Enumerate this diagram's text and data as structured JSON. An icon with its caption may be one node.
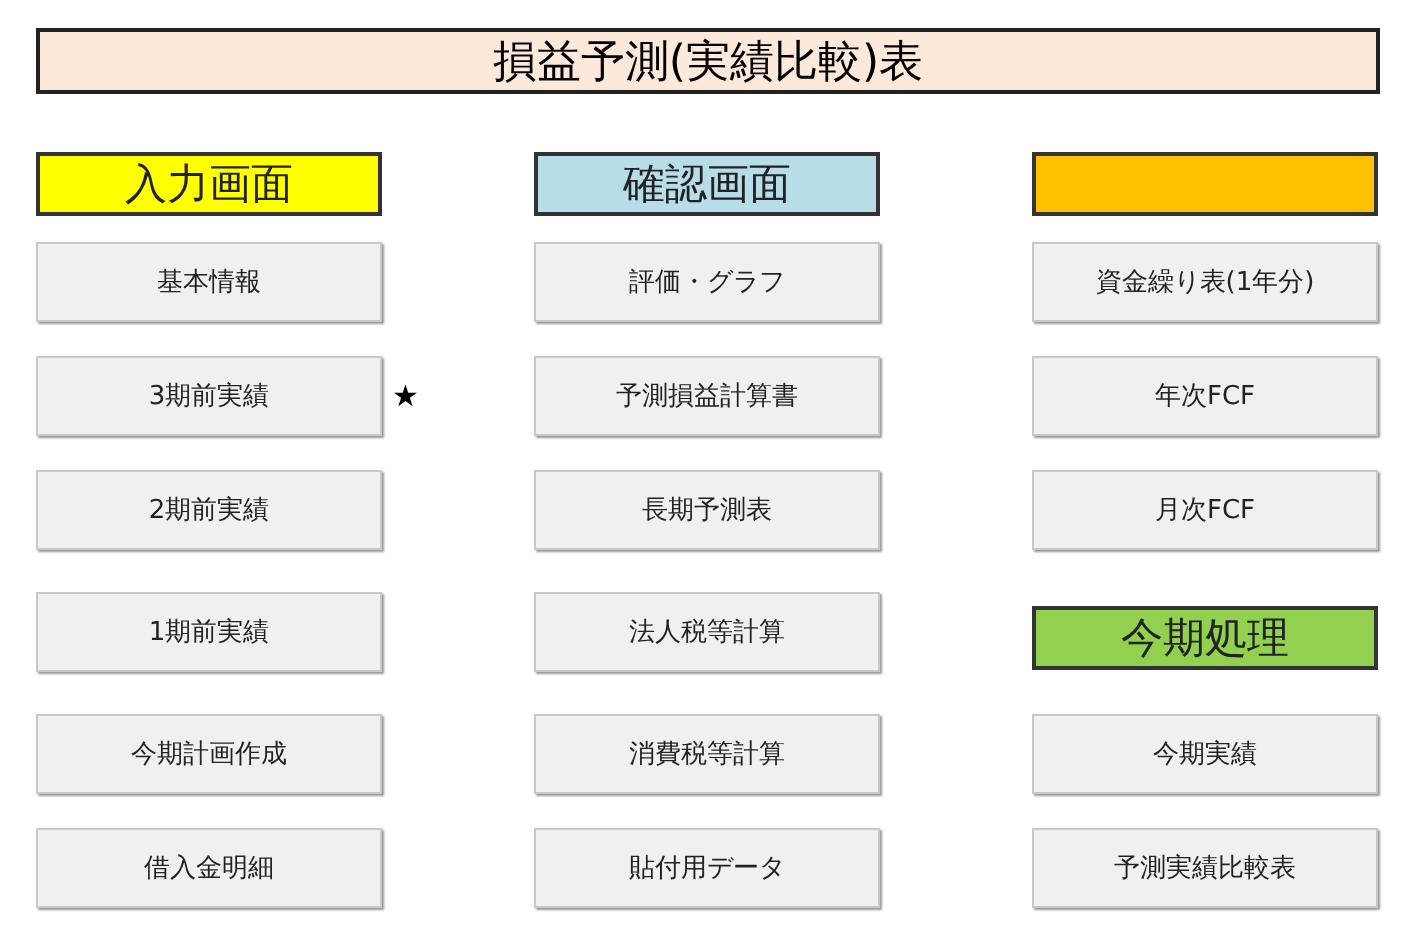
{
  "diagram": {
    "title": "損益予測(実績比較)表",
    "nodes": [
      {
        "text": [
          "入力画面"
        ]
      },
      {
        "text": [
          "基本情報"
        ]
      },
      {
        "text": [
          "3期前実績"
        ],
        "beside": [
          "★"
        ]
      },
      {
        "text": [
          "2期前実績"
        ]
      },
      {
        "text": [
          "1期前実績"
        ]
      },
      {
        "text": [
          "今期計画作成"
        ]
      },
      {
        "text": [
          "借入金明細"
        ]
      },
      {
        "text": [
          "確認画面"
        ]
      },
      {
        "text": [
          "評価・グラフ"
        ]
      },
      {
        "text": [
          "予測損益計算書"
        ]
      },
      {
        "text": [
          "長期予測表"
        ]
      },
      {
        "text": [
          "法人税等計算"
        ]
      },
      {
        "text": [
          "消費税等計算"
        ]
      },
      {
        "text": [
          "貼付用データ"
        ]
      },
      {
        "text": [],
        "shape": "box"
      },
      {
        "text": [
          "資金繰り表(1年分)"
        ]
      },
      {
        "text": [
          "年次FCF"
        ]
      },
      {
        "text": [
          "月次FCF"
        ]
      },
      {
        "text": [
          "今期処理"
        ]
      },
      {
        "text": [
          "今期実績"
        ]
      },
      {
        "text": [
          "予測実績比較表"
        ]
      }
    ],
    "edges": []
  }
}
